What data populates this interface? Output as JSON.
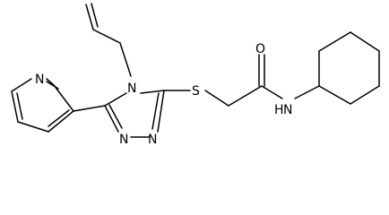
{
  "atoms": {
    "n_triazole_4": "N",
    "n_triazole_1": "N",
    "n_triazole_2": "N",
    "s_thioether": "S",
    "o_carbonyl": "O",
    "n_amide": "N",
    "h_amide": "H",
    "n_pyridine": "N"
  }
}
